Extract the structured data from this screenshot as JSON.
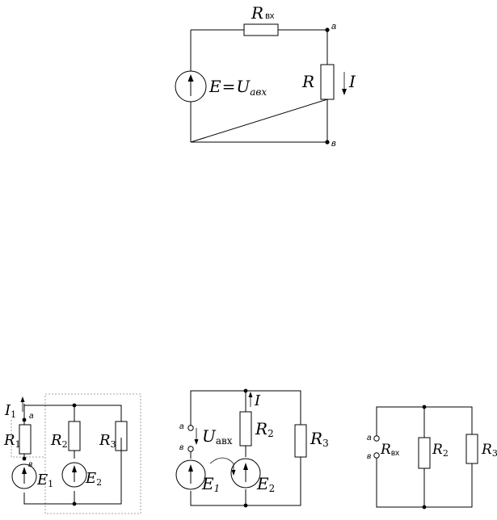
{
  "top": {
    "rvx_main": "R",
    "rvx_sub": "вх",
    "node_a": "a",
    "node_v": "в",
    "e_main": "E",
    "equals": "=",
    "u_main": "U",
    "u_sub": "aвх",
    "r_label": "R",
    "i_label": "I"
  },
  "left": {
    "i_main": "I",
    "i_sub": "1",
    "node_a": "a",
    "node_v": "в",
    "r1_main": "R",
    "r1_sub": "1",
    "r2_main": "R",
    "r2_sub": "2",
    "r3_main": "R",
    "r3_sub": "3",
    "e1_main": "E",
    "e1_sub": "1",
    "e2_main": "E",
    "e2_sub": "2"
  },
  "middle": {
    "node_a": "a",
    "node_v": "в",
    "u_main": "U",
    "u_sub": "aвх",
    "i_label": "I",
    "r2_main": "R",
    "r2_sub": "2",
    "r3_main": "R",
    "r3_sub": "3",
    "e1_main": "E",
    "e1_sub": "1",
    "e2_main": "E",
    "e2_sub": "2"
  },
  "right": {
    "node_a": "a",
    "node_v": "в",
    "rvx_main": "R",
    "rvx_sub": "вх",
    "r2_main": "R",
    "r2_sub": "2",
    "r3_main": "R",
    "r3_sub": "3"
  }
}
